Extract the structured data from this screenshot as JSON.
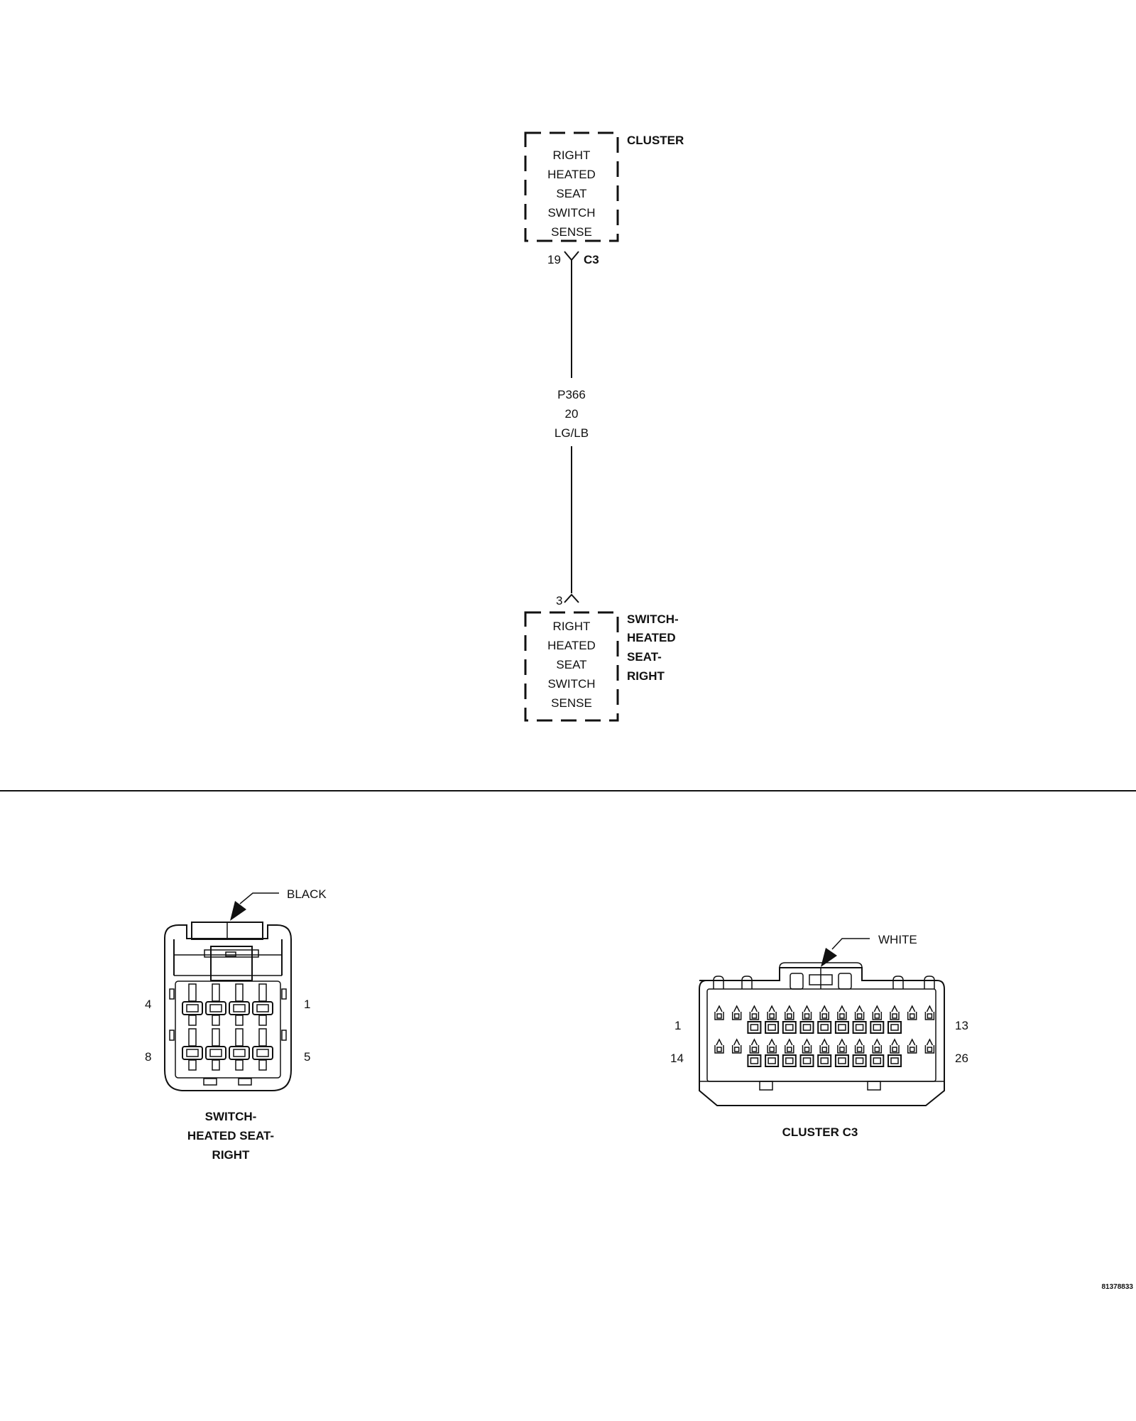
{
  "cluster_module": {
    "name": "CLUSTER",
    "function_lines": [
      "RIGHT",
      "HEATED",
      "SEAT",
      "SWITCH",
      "SENSE"
    ],
    "connector": "C3",
    "pin": "19"
  },
  "wire": {
    "circuit": "P366",
    "gauge": "20",
    "color": "LG/LB"
  },
  "switch_module": {
    "name_lines": [
      "SWITCH-",
      "HEATED",
      "SEAT-",
      "RIGHT"
    ],
    "function_lines": [
      "RIGHT",
      "HEATED",
      "SEAT",
      "SWITCH",
      "SENSE"
    ],
    "pin": "3"
  },
  "switch_connector_view": {
    "color_label": "BLACK",
    "pin_labels": {
      "top_left": "4",
      "top_right": "1",
      "bottom_left": "8",
      "bottom_right": "5"
    },
    "title_lines": [
      "SWITCH-",
      "HEATED SEAT-",
      "RIGHT"
    ]
  },
  "cluster_connector_view": {
    "color_label": "WHITE",
    "pin_labels": {
      "top_left": "1",
      "top_right": "13",
      "bottom_left": "14",
      "bottom_right": "26"
    },
    "title": "CLUSTER C3"
  },
  "figure_id": "81378833"
}
